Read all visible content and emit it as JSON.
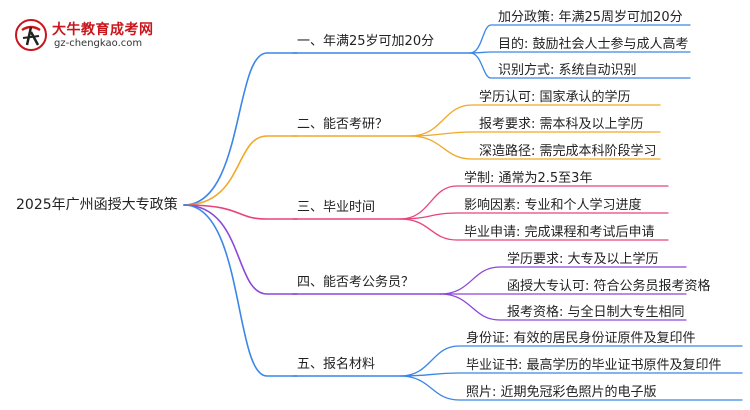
{
  "logo": {
    "title": "大牛教育成考网",
    "url": "gz-chengkao.com"
  },
  "root": "2025年广州函授大专政策",
  "colors": {
    "blue": "#3a86e8",
    "orange": "#f0a928",
    "pink": "#e8437a",
    "purple": "#8c48d9",
    "red": "#c8161d"
  },
  "branches": [
    {
      "label": "一、年满25岁可加20分",
      "color": "blue",
      "children": [
        "加分政策: 年满25周岁可加20分",
        "目的: 鼓励社会人士参与成人高考",
        "识别方式: 系统自动识别"
      ]
    },
    {
      "label": "二、能否考研？",
      "color": "orange",
      "children": [
        "学历认可: 国家承认的学历",
        "报考要求: 需本科及以上学历",
        "深造路径: 需完成本科阶段学习"
      ]
    },
    {
      "label": "三、毕业时间",
      "color": "pink",
      "children": [
        "学制: 通常为2.5至3年",
        "影响因素: 专业和个人学习进度",
        "毕业申请: 完成课程和考试后申请"
      ]
    },
    {
      "label": "四、能否考公务员？",
      "color": "purple",
      "children": [
        "学历要求: 大专及以上学历",
        "函授大专认可: 符合公务员报考资格",
        "报考资格: 与全日制大专生相同"
      ]
    },
    {
      "label": "五、报名材料",
      "color": "blue",
      "children": [
        "身份证: 有效的居民身份证原件及复印件",
        "毕业证书: 最高学历的毕业证书原件及复印件",
        "照片: 近期免冠彩色照片的电子版"
      ]
    }
  ]
}
